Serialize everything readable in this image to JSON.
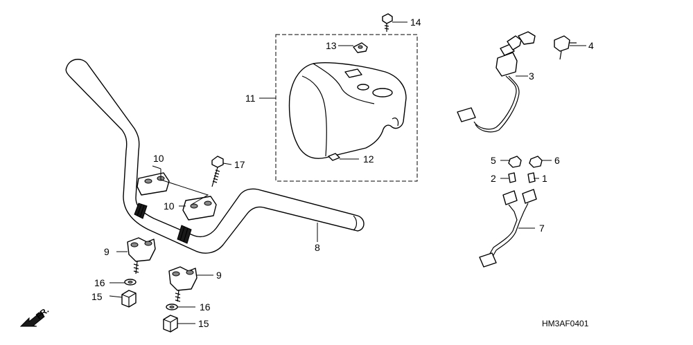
{
  "callouts": {
    "c1": "1",
    "c2": "2",
    "c3": "3",
    "c4": "4",
    "c5": "5",
    "c6": "6",
    "c7": "7",
    "c8": "8",
    "c9a": "9",
    "c9b": "9",
    "c10a": "10",
    "c10b": "10",
    "c11": "11",
    "c12": "12",
    "c13": "13",
    "c14": "14",
    "c15a": "15",
    "c15b": "15",
    "c16a": "16",
    "c16b": "16",
    "c17": "17"
  },
  "diagram_code": "HM3AF0401",
  "direction_label": "FR."
}
